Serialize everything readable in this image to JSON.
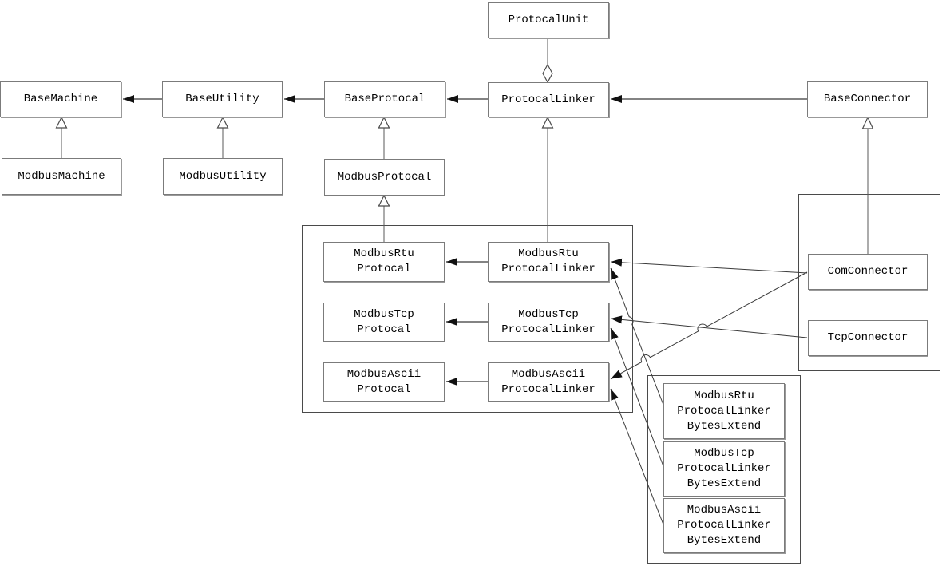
{
  "diagram_type": "uml-class-diagram",
  "colors": {
    "background": "#ffffff",
    "box_border": "#7b7b7b",
    "group_border": "#4a4a4a",
    "line": "#5a5a5a",
    "arrow_fill": "#111111",
    "text": "#000000"
  },
  "nodes": {
    "protocal_unit": {
      "lines": [
        "ProtocalUnit"
      ]
    },
    "base_machine": {
      "lines": [
        "BaseMachine"
      ]
    },
    "base_utility": {
      "lines": [
        "BaseUtility"
      ]
    },
    "base_protocal": {
      "lines": [
        "BaseProtocal"
      ]
    },
    "protocal_linker": {
      "lines": [
        "ProtocalLinker"
      ]
    },
    "base_connector": {
      "lines": [
        "BaseConnector"
      ]
    },
    "modbus_machine": {
      "lines": [
        "ModbusMachine"
      ]
    },
    "modbus_utility": {
      "lines": [
        "ModbusUtility"
      ]
    },
    "modbus_protocal": {
      "lines": [
        "ModbusProtocal"
      ]
    },
    "modbus_rtu_protocal": {
      "lines": [
        "ModbusRtu",
        "Protocal"
      ]
    },
    "modbus_rtu_protocal_linker": {
      "lines": [
        "ModbusRtu",
        "ProtocalLinker"
      ]
    },
    "modbus_tcp_protocal": {
      "lines": [
        "ModbusTcp",
        "Protocal"
      ]
    },
    "modbus_tcp_protocal_linker": {
      "lines": [
        "ModbusTcp",
        "ProtocalLinker"
      ]
    },
    "modbus_ascii_protocal": {
      "lines": [
        "ModbusAscii",
        "Protocal"
      ]
    },
    "modbus_ascii_protocal_linker": {
      "lines": [
        "ModbusAscii",
        "ProtocalLinker"
      ]
    },
    "com_connector": {
      "lines": [
        "ComConnector"
      ]
    },
    "tcp_connector": {
      "lines": [
        "TcpConnector"
      ]
    },
    "modbus_rtu_protocal_linker_bytes_extend": {
      "lines": [
        "ModbusRtu",
        "ProtocalLinker",
        "BytesExtend"
      ]
    },
    "modbus_tcp_protocal_linker_bytes_extend": {
      "lines": [
        "ModbusTcp",
        "ProtocalLinker",
        "BytesExtend"
      ]
    },
    "modbus_ascii_protocal_linker_bytes_extend": {
      "lines": [
        "ModbusAscii",
        "ProtocalLinker",
        "BytesExtend"
      ]
    }
  },
  "edges": [
    {
      "from": "protocal_unit",
      "to": "protocal_linker",
      "type": "aggregation"
    },
    {
      "from": "base_utility",
      "to": "base_machine",
      "type": "directed-association"
    },
    {
      "from": "base_protocal",
      "to": "base_utility",
      "type": "directed-association"
    },
    {
      "from": "protocal_linker",
      "to": "base_protocal",
      "type": "directed-association"
    },
    {
      "from": "base_connector",
      "to": "protocal_linker",
      "type": "directed-association"
    },
    {
      "from": "modbus_machine",
      "to": "base_machine",
      "type": "generalization"
    },
    {
      "from": "modbus_utility",
      "to": "base_utility",
      "type": "generalization"
    },
    {
      "from": "modbus_protocal",
      "to": "base_protocal",
      "type": "generalization"
    },
    {
      "from": "modbus_rtu_protocal",
      "to": "modbus_protocal",
      "type": "generalization"
    },
    {
      "from": "modbus_rtu_protocal_linker",
      "to": "protocal_linker",
      "type": "generalization"
    },
    {
      "from": "com_connector",
      "to": "base_connector",
      "type": "generalization"
    },
    {
      "from": "modbus_rtu_protocal_linker",
      "to": "modbus_rtu_protocal",
      "type": "directed-association"
    },
    {
      "from": "modbus_tcp_protocal_linker",
      "to": "modbus_tcp_protocal",
      "type": "directed-association"
    },
    {
      "from": "modbus_ascii_protocal_linker",
      "to": "modbus_ascii_protocal",
      "type": "directed-association"
    },
    {
      "from": "com_connector",
      "to": "modbus_rtu_protocal_linker",
      "type": "directed-association"
    },
    {
      "from": "com_connector",
      "to": "modbus_ascii_protocal_linker",
      "type": "directed-association"
    },
    {
      "from": "tcp_connector",
      "to": "modbus_tcp_protocal_linker",
      "type": "directed-association"
    },
    {
      "from": "modbus_rtu_protocal_linker_bytes_extend",
      "to": "modbus_rtu_protocal_linker",
      "type": "directed-association"
    },
    {
      "from": "modbus_tcp_protocal_linker_bytes_extend",
      "to": "modbus_tcp_protocal_linker",
      "type": "directed-association"
    },
    {
      "from": "modbus_ascii_protocal_linker_bytes_extend",
      "to": "modbus_ascii_protocal_linker",
      "type": "directed-association"
    }
  ]
}
